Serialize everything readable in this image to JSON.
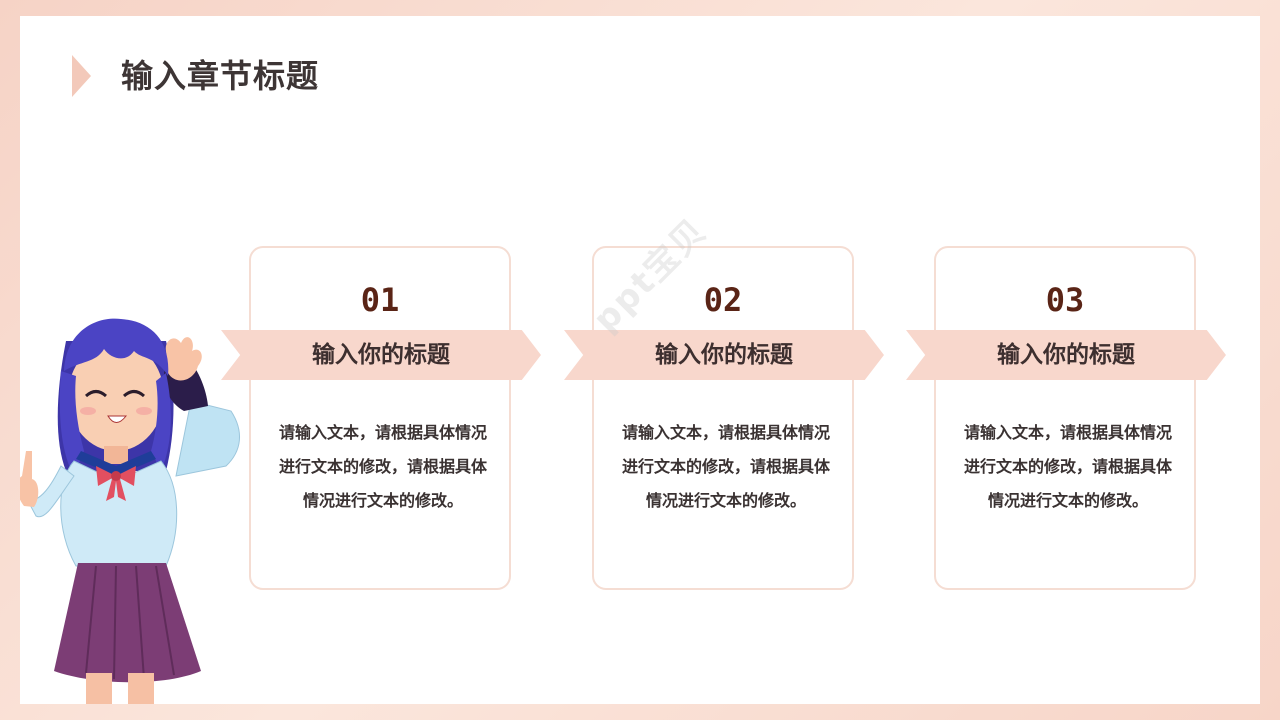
{
  "page": {
    "title": "输入章节标题"
  },
  "cards": [
    {
      "number": "01",
      "heading": "输入你的标题",
      "body": "请输入文本，请根据具体情况进行文本的修改，请根据具体情况进行文本的修改。"
    },
    {
      "number": "02",
      "heading": "输入你的标题",
      "body": "请输入文本，请根据具体情况进行文本的修改，请根据具体情况进行文本的修改。"
    },
    {
      "number": "03",
      "heading": "输入你的标题",
      "body": "请输入文本，请根据具体情况进行文本的修改，请根据具体情况进行文本的修改。"
    }
  ],
  "watermark": "ppt宝贝",
  "colors": {
    "accent": "#f8d7cc",
    "card_border": "#f5ddd3",
    "number": "#5a2416",
    "title": "#3d3535"
  },
  "icons": {
    "title_marker": "chevron-right-icon",
    "character": "anime-girl-illustration"
  }
}
